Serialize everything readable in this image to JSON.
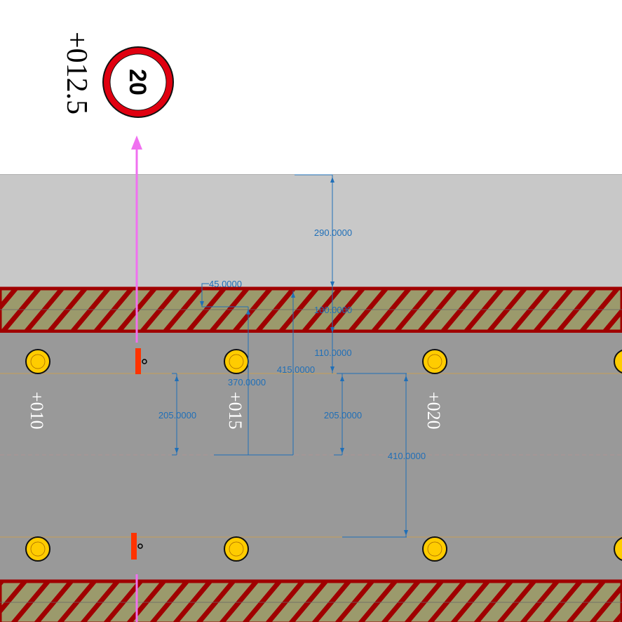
{
  "sign": {
    "type": "speed-limit",
    "value": "20",
    "chainage": "+012.5"
  },
  "chainages": [
    "+010",
    "+015",
    "+020"
  ],
  "dimensions": {
    "d290": "290.0000",
    "d100": "100.0000",
    "d110": "110.0000",
    "d45": "45.0000",
    "d370": "370.0000",
    "d415": "415.0000",
    "d205_left": "205.0000",
    "d205_right": "205.0000",
    "d410": "410.0000"
  },
  "colors": {
    "verge": "#c8c8c8",
    "road": "#999999",
    "hatch_red": "#a00000",
    "hatch_fill": "#9b9a6c",
    "dimension": "#1f6fb8",
    "arrow": "#f070f0",
    "marker": "#ff3300",
    "stud": "#ffcc00"
  }
}
